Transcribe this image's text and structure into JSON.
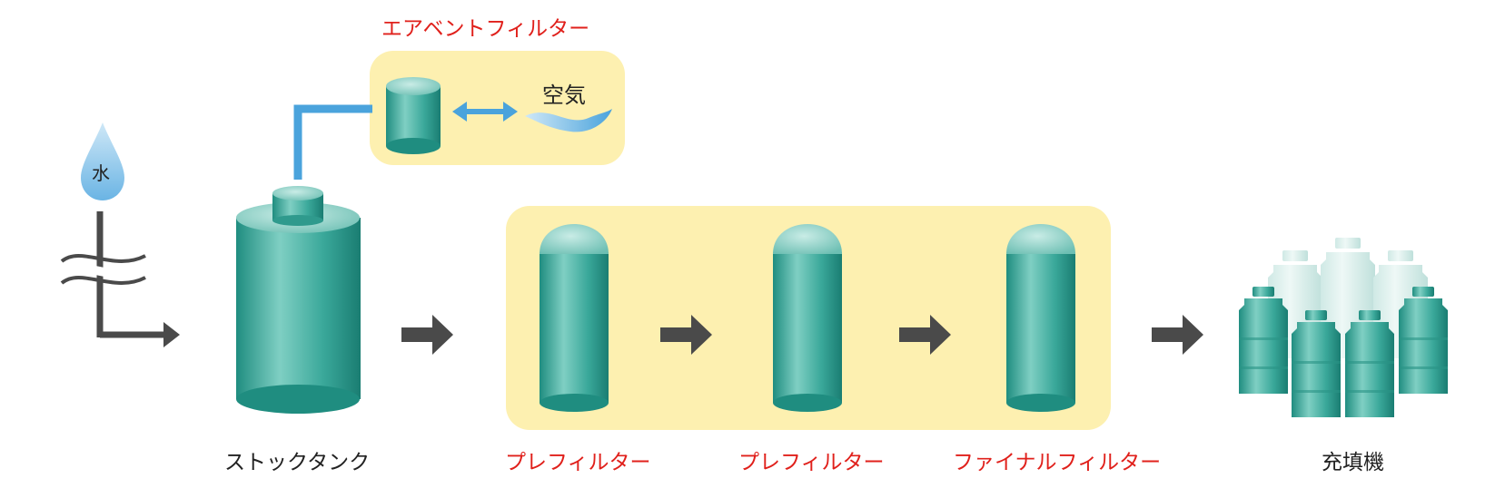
{
  "labels": {
    "air_vent_filter": "エアベントフィルター",
    "air": "空気",
    "water": "水",
    "stock_tank": "ストックタンク",
    "pre_filter_1": "プレフィルター",
    "pre_filter_2": "プレフィルター",
    "final_filter": "ファイナルフィルター",
    "filling_machine": "充填機"
  },
  "colors": {
    "highlight_box": "#fdf0b0",
    "filter_teal": "#3aa89a",
    "water_blue": "#4aa3dc",
    "arrow_gray": "#4a4a4a",
    "label_red": "#e0201b",
    "label_dark": "#222222"
  }
}
